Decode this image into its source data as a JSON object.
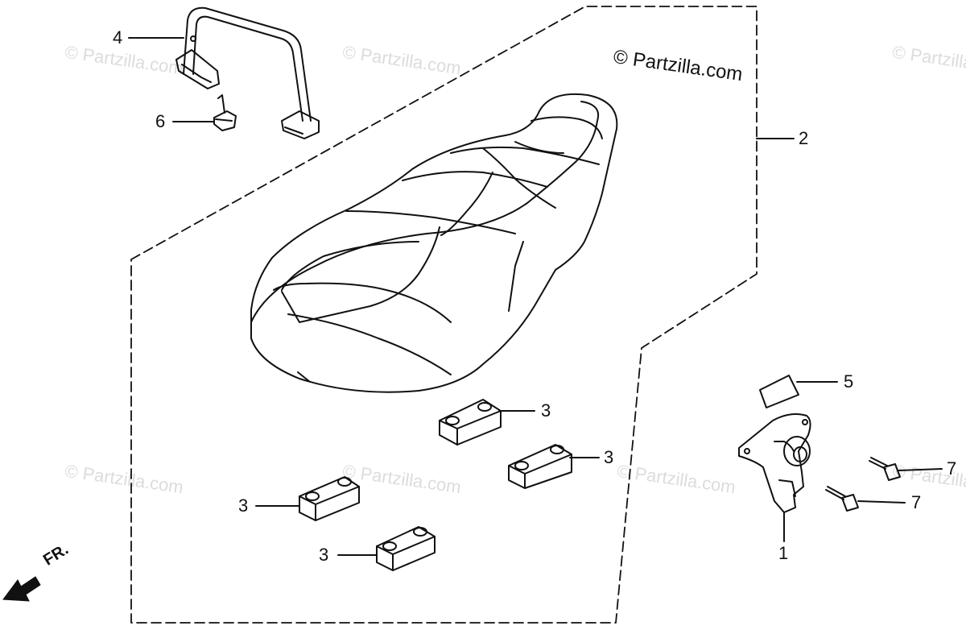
{
  "watermark": "© Partzilla.com",
  "copyright": "© Partzilla.com",
  "direction_label": "FR.",
  "callouts": {
    "c1": "1",
    "c2": "2",
    "c3a": "3",
    "c3b": "3",
    "c3c": "3",
    "c3d": "3",
    "c4": "4",
    "c5": "5",
    "c6": "6",
    "c7a": "7",
    "c7b": "7"
  },
  "colors": {
    "ink": "#111111",
    "watermark": "#dcdcdc",
    "background": "#ffffff"
  }
}
